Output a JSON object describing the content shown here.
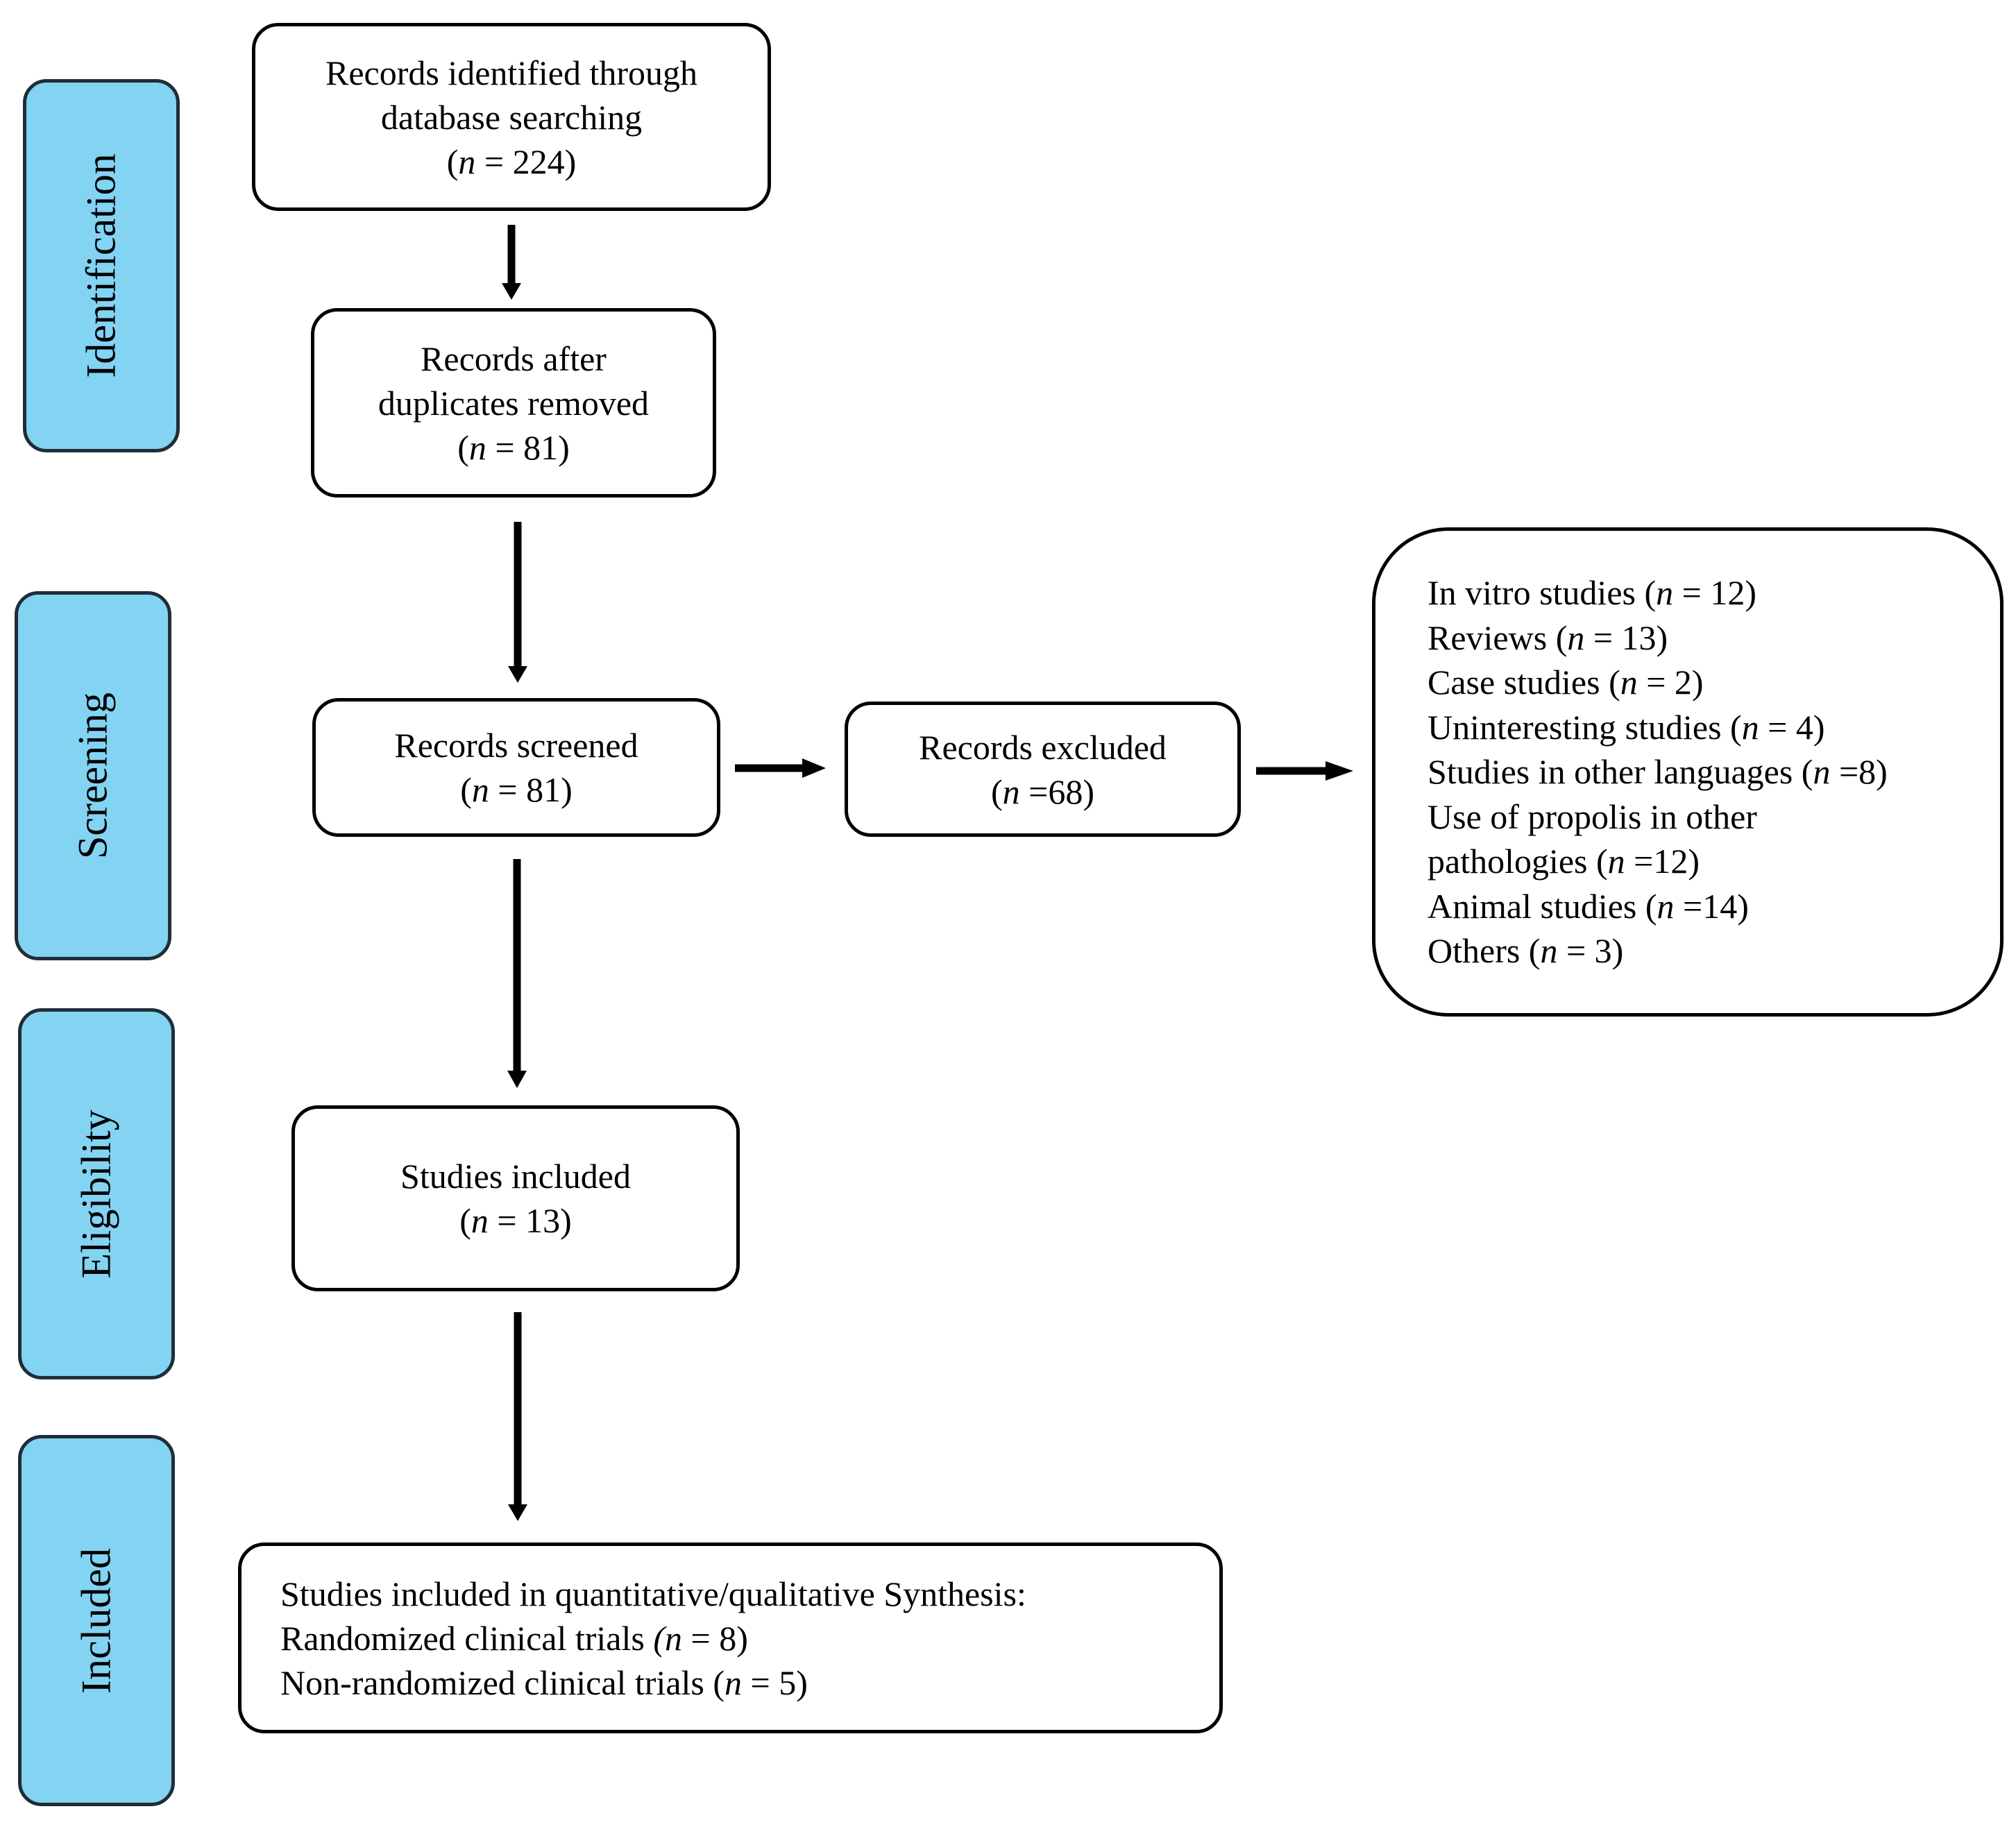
{
  "phases": [
    "Identification",
    "Screening",
    "Eligibility",
    "Included"
  ],
  "identified": {
    "line1": "Records identified through",
    "line2": "database searching",
    "n_label": "n",
    "n_rest": " = 224)"
  },
  "after_duplicates": {
    "line1": "Records after",
    "line2": "duplicates removed",
    "n_label": "n",
    "n_rest": " = 81)"
  },
  "screened": {
    "line1": "Records screened",
    "n_label": "n",
    "n_rest": " = 81)"
  },
  "excluded": {
    "line1": "Records excluded",
    "n_label": "n",
    "n_rest": " =68)"
  },
  "exclusion_reasons": [
    {
      "text": "In vitro studies (",
      "n": "n",
      "rest": " = 12)"
    },
    {
      "text": "Reviews (",
      "n": "n",
      "rest": " = 13)"
    },
    {
      "text": "Case studies (",
      "n": "n",
      "rest": " = 2)"
    },
    {
      "text": "Uninteresting studies (",
      "n": "n",
      "rest": " = 4)"
    },
    {
      "text": "Studies in other languages (",
      "n": "n",
      "rest": " =8)"
    },
    {
      "text": "Use of propolis in other",
      "n": "",
      "rest": ""
    },
    {
      "text": "pathologies (",
      "n": "n",
      "rest": " =12)"
    },
    {
      "text": "Animal studies (",
      "n": "n",
      "rest": " =14)"
    },
    {
      "text": "Others (",
      "n": "n",
      "rest": " = 3)"
    }
  ],
  "studies_included": {
    "line1": "Studies included",
    "n_label": "n",
    "n_rest": " = 13)"
  },
  "final_synthesis": {
    "line1": "Studies included in quantitative/qualitative Synthesis:",
    "line2_text": "Randomized clinical trials ",
    "line2_n": "(n",
    "line2_rest": " = 8)",
    "line3_text": "Non-randomized clinical trials (",
    "line3_n": "n",
    "line3_rest": " = 5)"
  },
  "colors": {
    "phase_fill": "#83d3f3",
    "phase_border": "#1f2d38",
    "box_border": "#000000"
  }
}
